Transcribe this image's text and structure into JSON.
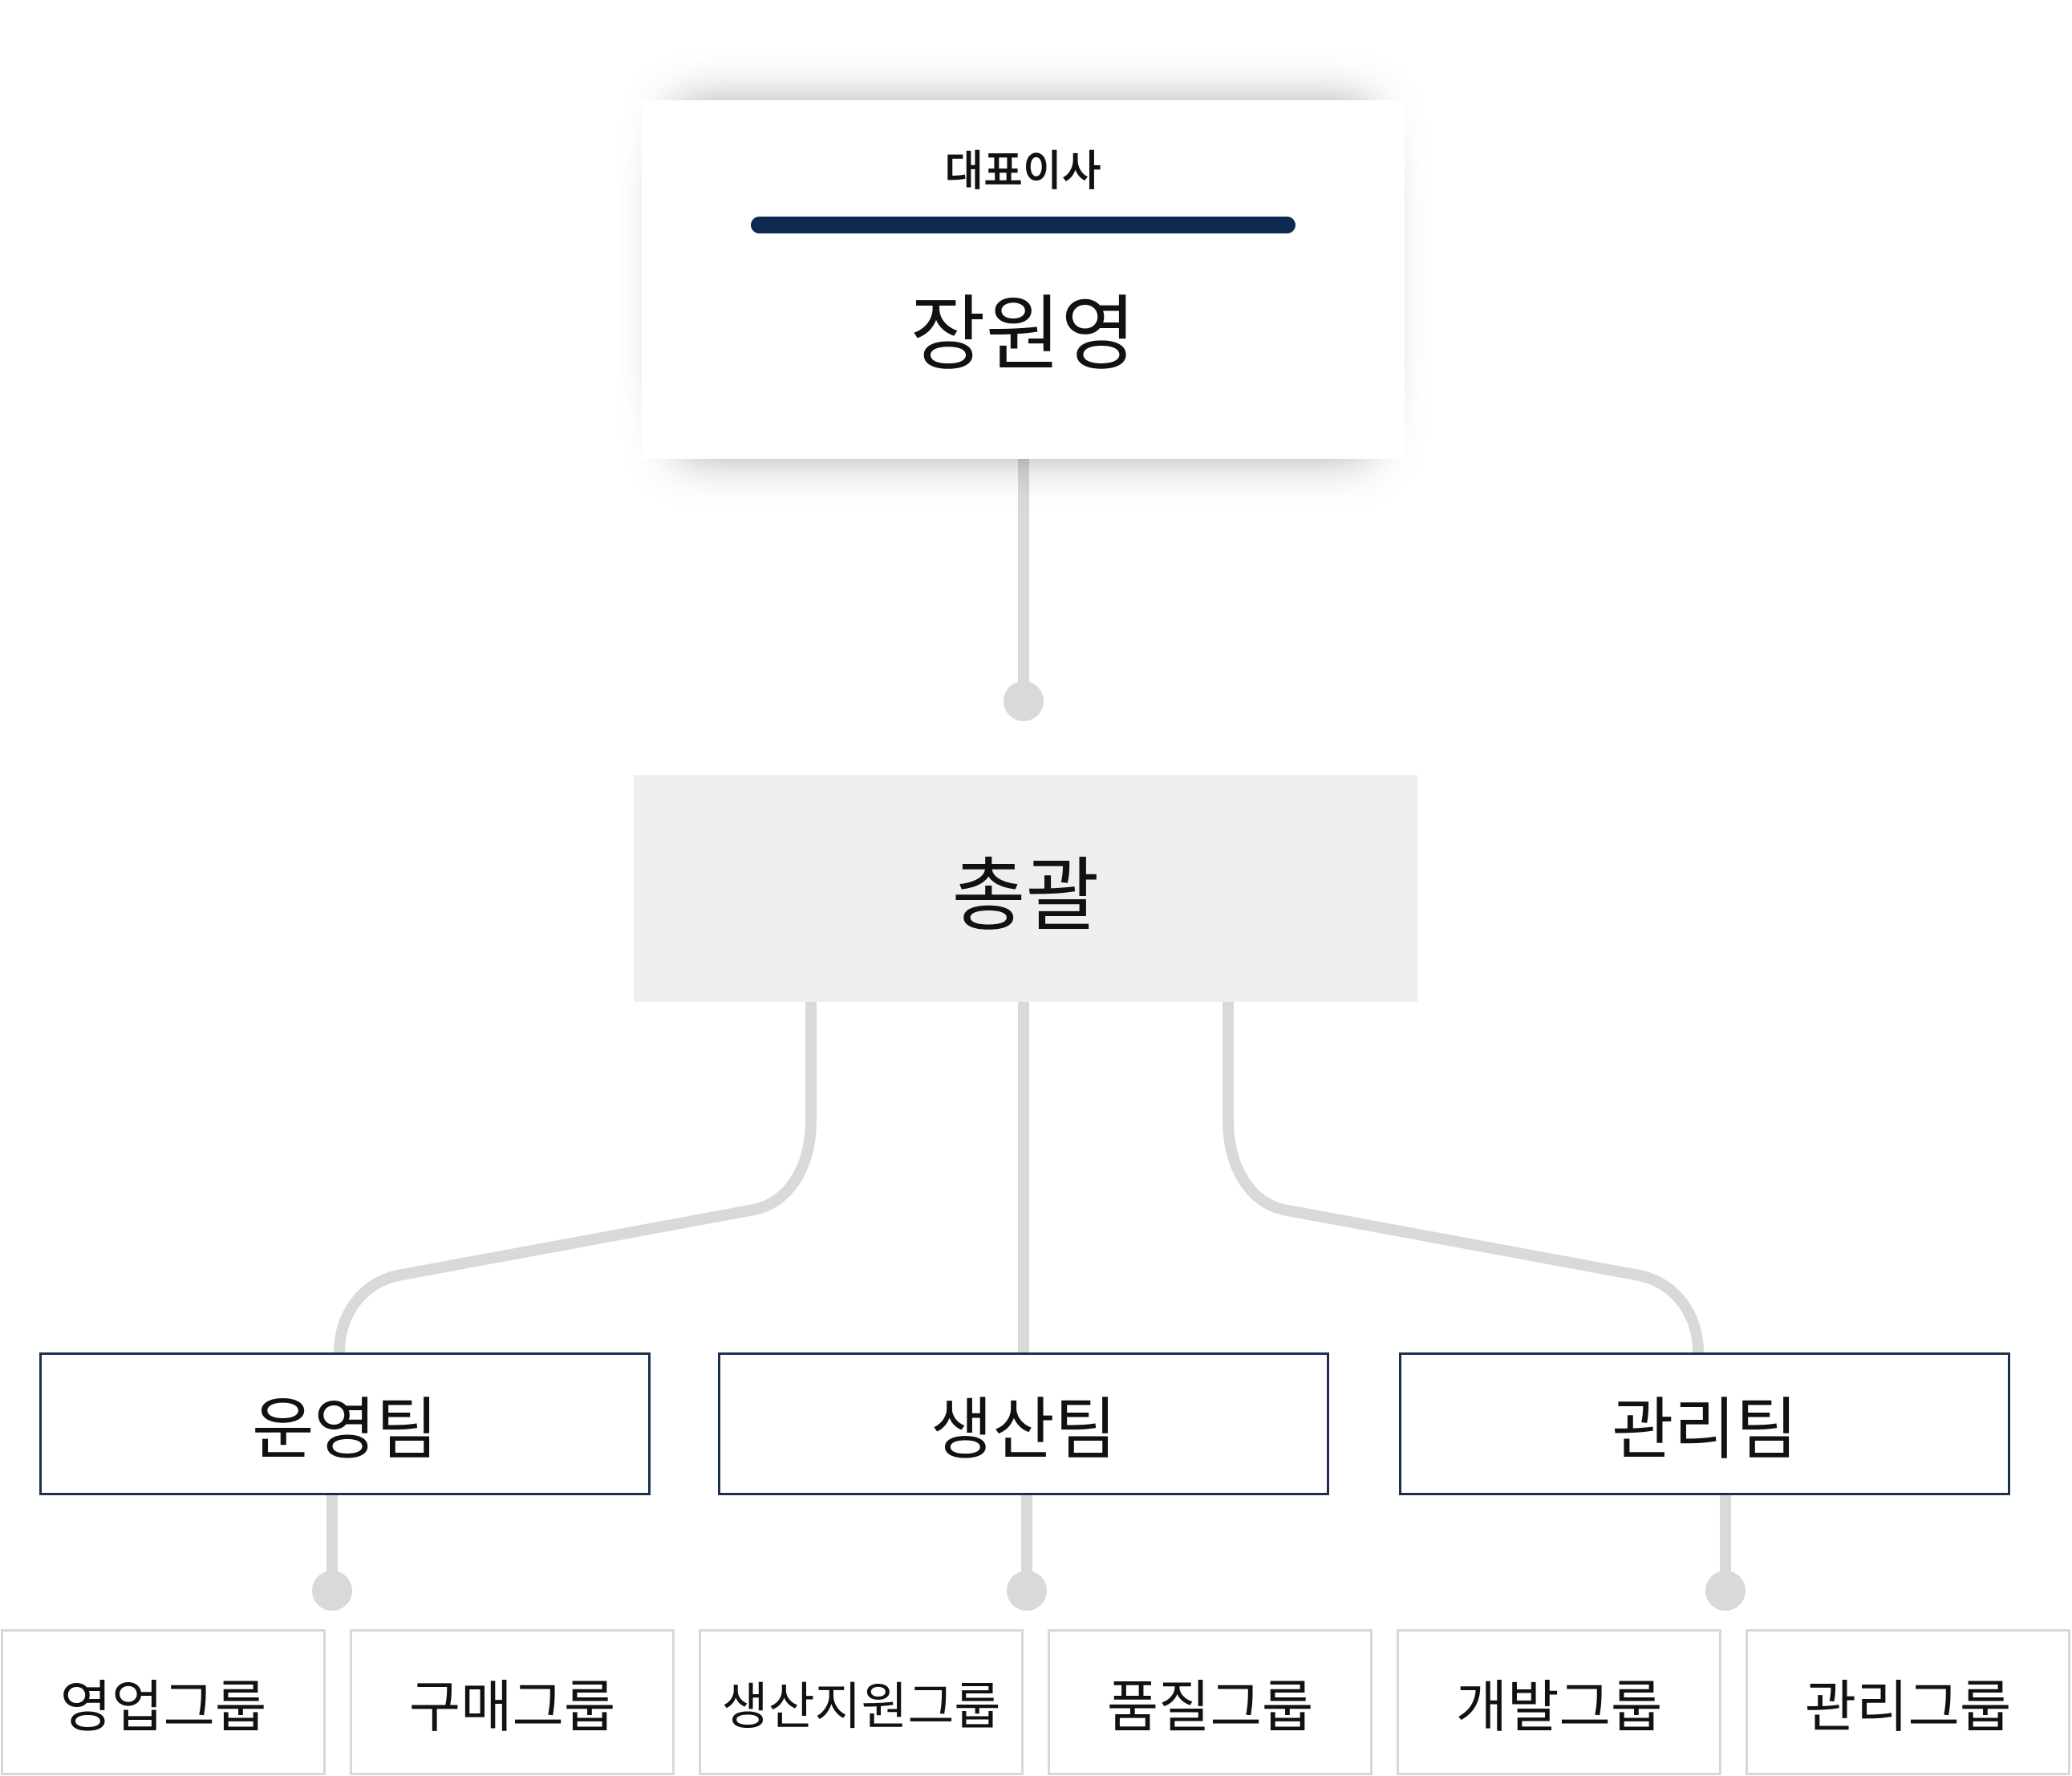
{
  "ceo": {
    "role": "대표이사",
    "name": "장원영"
  },
  "headquarters": {
    "label": "총괄"
  },
  "teams": [
    {
      "label": "운영팀",
      "groups": [
        "영업그룹",
        "구매그룹"
      ]
    },
    {
      "label": "생산팀",
      "groups": [
        "생산지원그룹",
        "품질그룹"
      ]
    },
    {
      "label": "관리팀",
      "groups": [
        "개발그룹",
        "관리그룹"
      ]
    }
  ],
  "colors": {
    "divider": "#0f2a52",
    "team_border": "#1c2f52",
    "group_border": "#d8d8d8",
    "connector": "#d9d9d9",
    "hq_background": "#eeeff1"
  }
}
